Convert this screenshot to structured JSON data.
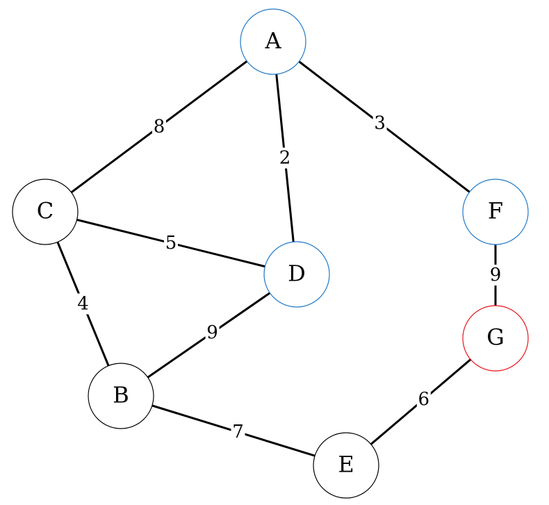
{
  "graph": {
    "nodes": [
      {
        "id": "A",
        "label": "A",
        "color": "#1f78c8"
      },
      {
        "id": "C",
        "label": "C",
        "color": "#000000"
      },
      {
        "id": "F",
        "label": "F",
        "color": "#1f78c8"
      },
      {
        "id": "D",
        "label": "D",
        "color": "#1f78c8"
      },
      {
        "id": "G",
        "label": "G",
        "color": "#e8141c"
      },
      {
        "id": "B",
        "label": "B",
        "color": "#000000"
      },
      {
        "id": "E",
        "label": "E",
        "color": "#000000"
      }
    ],
    "edges": [
      {
        "from": "A",
        "to": "C",
        "weight": "8"
      },
      {
        "from": "A",
        "to": "D",
        "weight": "2"
      },
      {
        "from": "A",
        "to": "F",
        "weight": "3"
      },
      {
        "from": "C",
        "to": "D",
        "weight": "5"
      },
      {
        "from": "C",
        "to": "B",
        "weight": "4"
      },
      {
        "from": "D",
        "to": "B",
        "weight": "9"
      },
      {
        "from": "F",
        "to": "G",
        "weight": "9"
      },
      {
        "from": "G",
        "to": "E",
        "weight": "6"
      },
      {
        "from": "B",
        "to": "E",
        "weight": "7"
      }
    ]
  }
}
